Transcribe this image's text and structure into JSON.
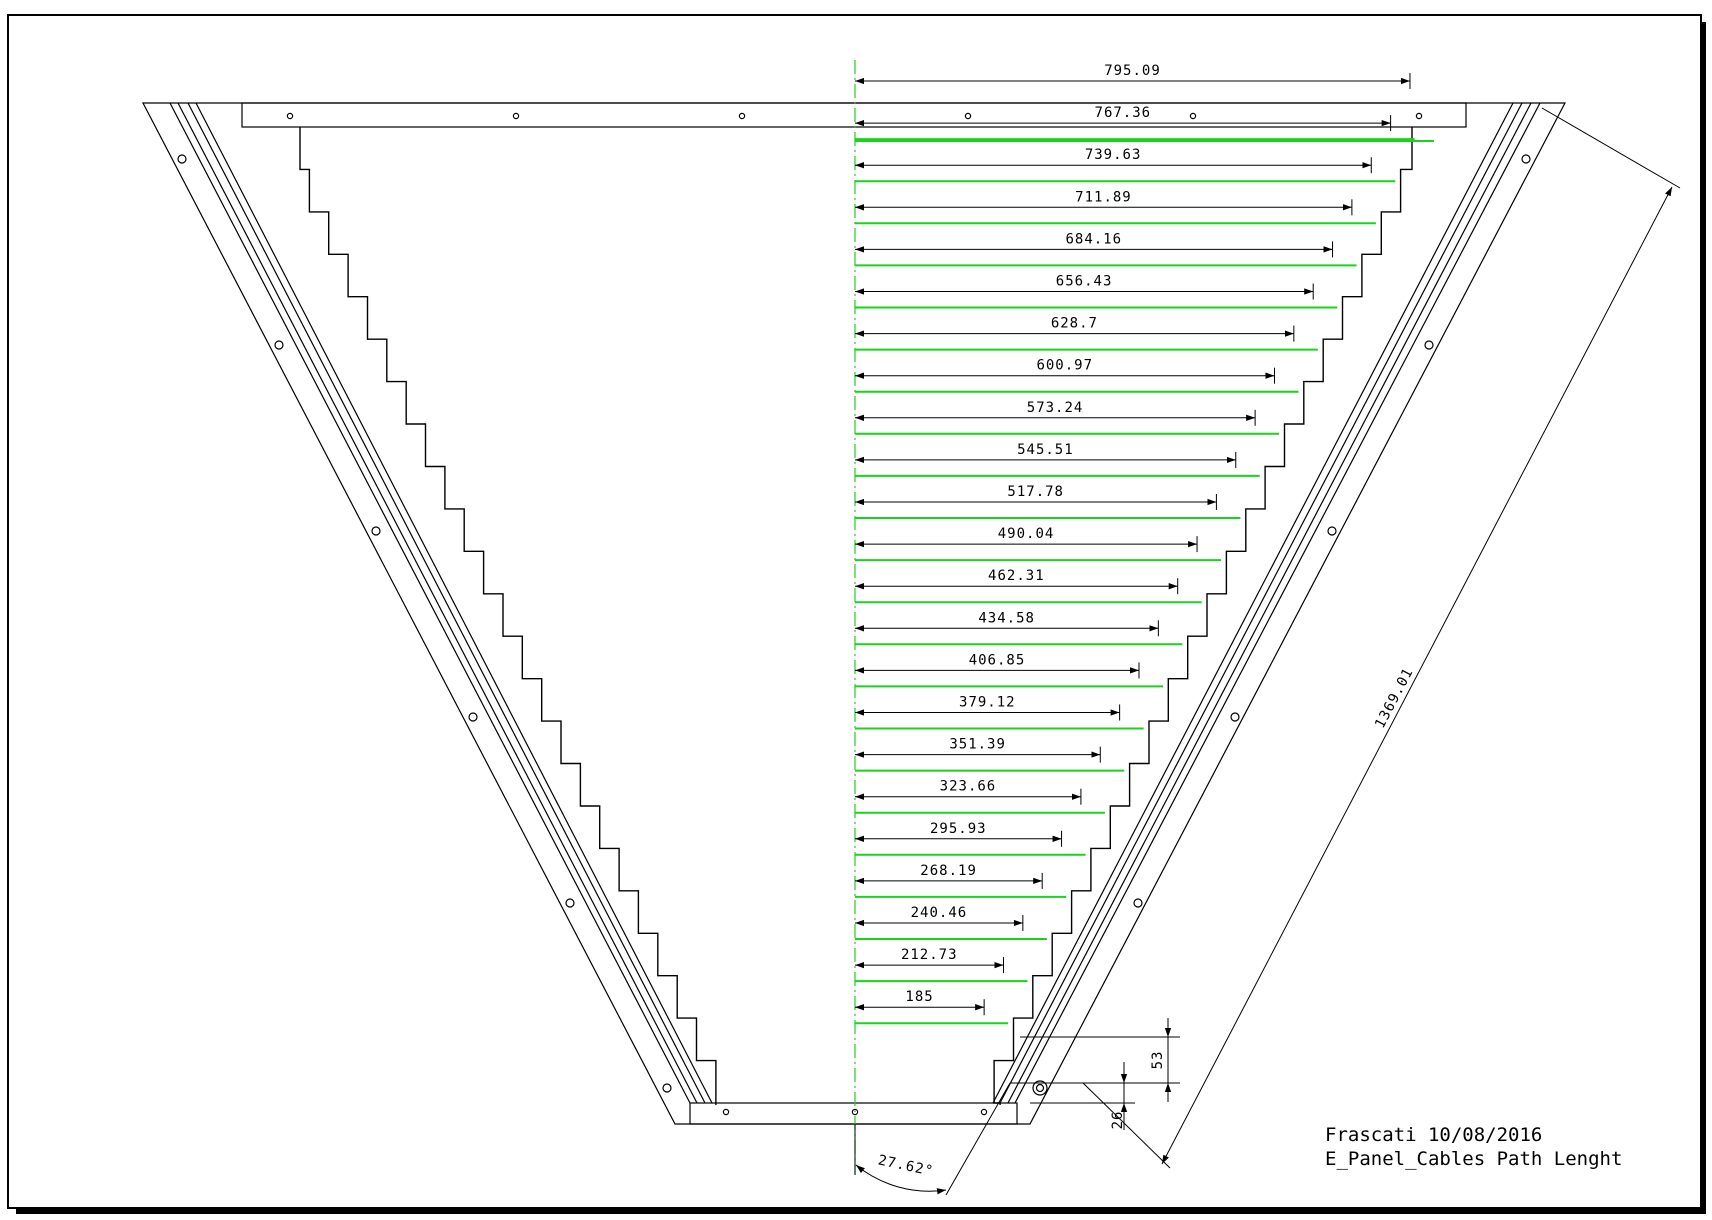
{
  "drawing": {
    "location_date": "Frascati 10/08/2016",
    "title": "E_Panel_Cables Path Lenght",
    "slant_length": "1369.01",
    "angle": "27.62°",
    "dim_53": "53",
    "dim_26": "26",
    "colors": {
      "cable": "#19d419",
      "line": "#000000",
      "paper": "#ffffff",
      "shadow": "#000000"
    }
  },
  "cables": [
    {
      "label": "795.09",
      "value": 795.09
    },
    {
      "label": "767.36",
      "value": 767.36
    },
    {
      "label": "739.63",
      "value": 739.63
    },
    {
      "label": "711.89",
      "value": 711.89
    },
    {
      "label": "684.16",
      "value": 684.16
    },
    {
      "label": "656.43",
      "value": 656.43
    },
    {
      "label": "628.7",
      "value": 628.7
    },
    {
      "label": "600.97",
      "value": 600.97
    },
    {
      "label": "573.24",
      "value": 573.24
    },
    {
      "label": "545.51",
      "value": 545.51
    },
    {
      "label": "517.78",
      "value": 517.78
    },
    {
      "label": "490.04",
      "value": 490.04
    },
    {
      "label": "462.31",
      "value": 462.31
    },
    {
      "label": "434.58",
      "value": 434.58
    },
    {
      "label": "406.85",
      "value": 406.85
    },
    {
      "label": "379.12",
      "value": 379.12
    },
    {
      "label": "351.39",
      "value": 351.39
    },
    {
      "label": "323.66",
      "value": 323.66
    },
    {
      "label": "295.93",
      "value": 295.93
    },
    {
      "label": "268.19",
      "value": 268.19
    },
    {
      "label": "240.46",
      "value": 240.46
    },
    {
      "label": "212.73",
      "value": 212.73
    },
    {
      "label": "185",
      "value": 185
    }
  ]
}
